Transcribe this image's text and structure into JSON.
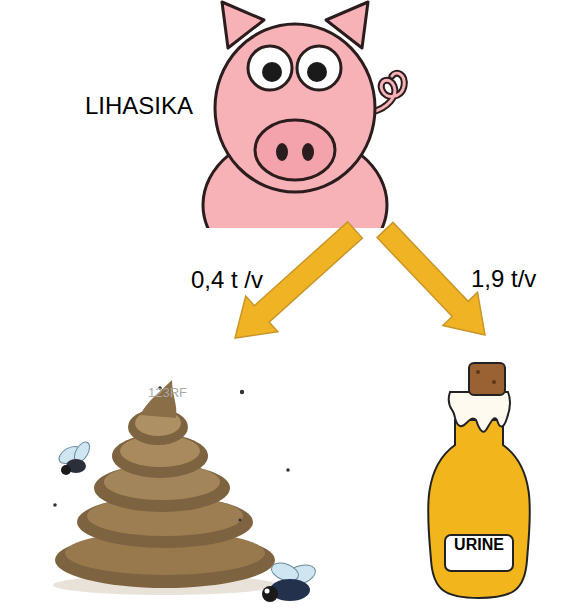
{
  "diagram": {
    "nodes": [
      {
        "text": [
          "LIHASIKA"
        ]
      },
      {
        "text": []
      },
      {
        "text": [
          "URINE"
        ]
      }
    ],
    "edges": [
      {
        "from": 0,
        "to": 1,
        "label": "0,4 t /v",
        "arrow": "to"
      },
      {
        "from": 0,
        "to": 2,
        "label": "1,9 t/v",
        "arrow": "to"
      }
    ],
    "labels": [
      "123RF"
    ]
  }
}
